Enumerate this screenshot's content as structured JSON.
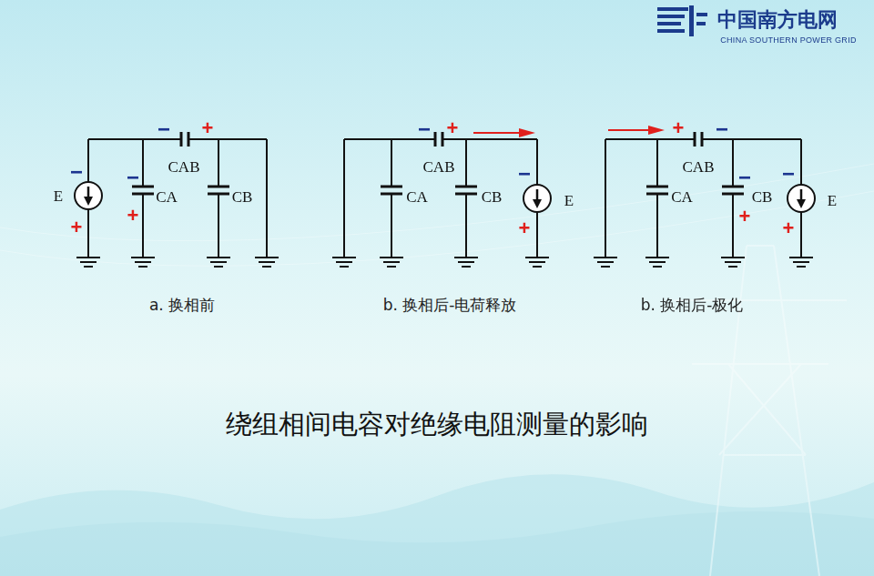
{
  "diagram": {
    "title": "绕组相间电容对绝缘电阻测量的影响",
    "labels": [
      "−",
      "+",
      "CAB",
      "E",
      "−",
      "+",
      "−",
      "CA",
      "+",
      "CB",
      "a. 换相前",
      "−",
      "+",
      "CAB",
      "CA",
      "CB",
      "E",
      "−",
      "+",
      "b. 换相后-电荷释放",
      "+",
      "−",
      "CAB",
      "CA",
      "−",
      "CB",
      "+",
      "E",
      "−",
      "+",
      "b. 换相后-极化",
      "中国南方电网",
      "CHINA SOUTHERN POWER GRID"
    ]
  }
}
